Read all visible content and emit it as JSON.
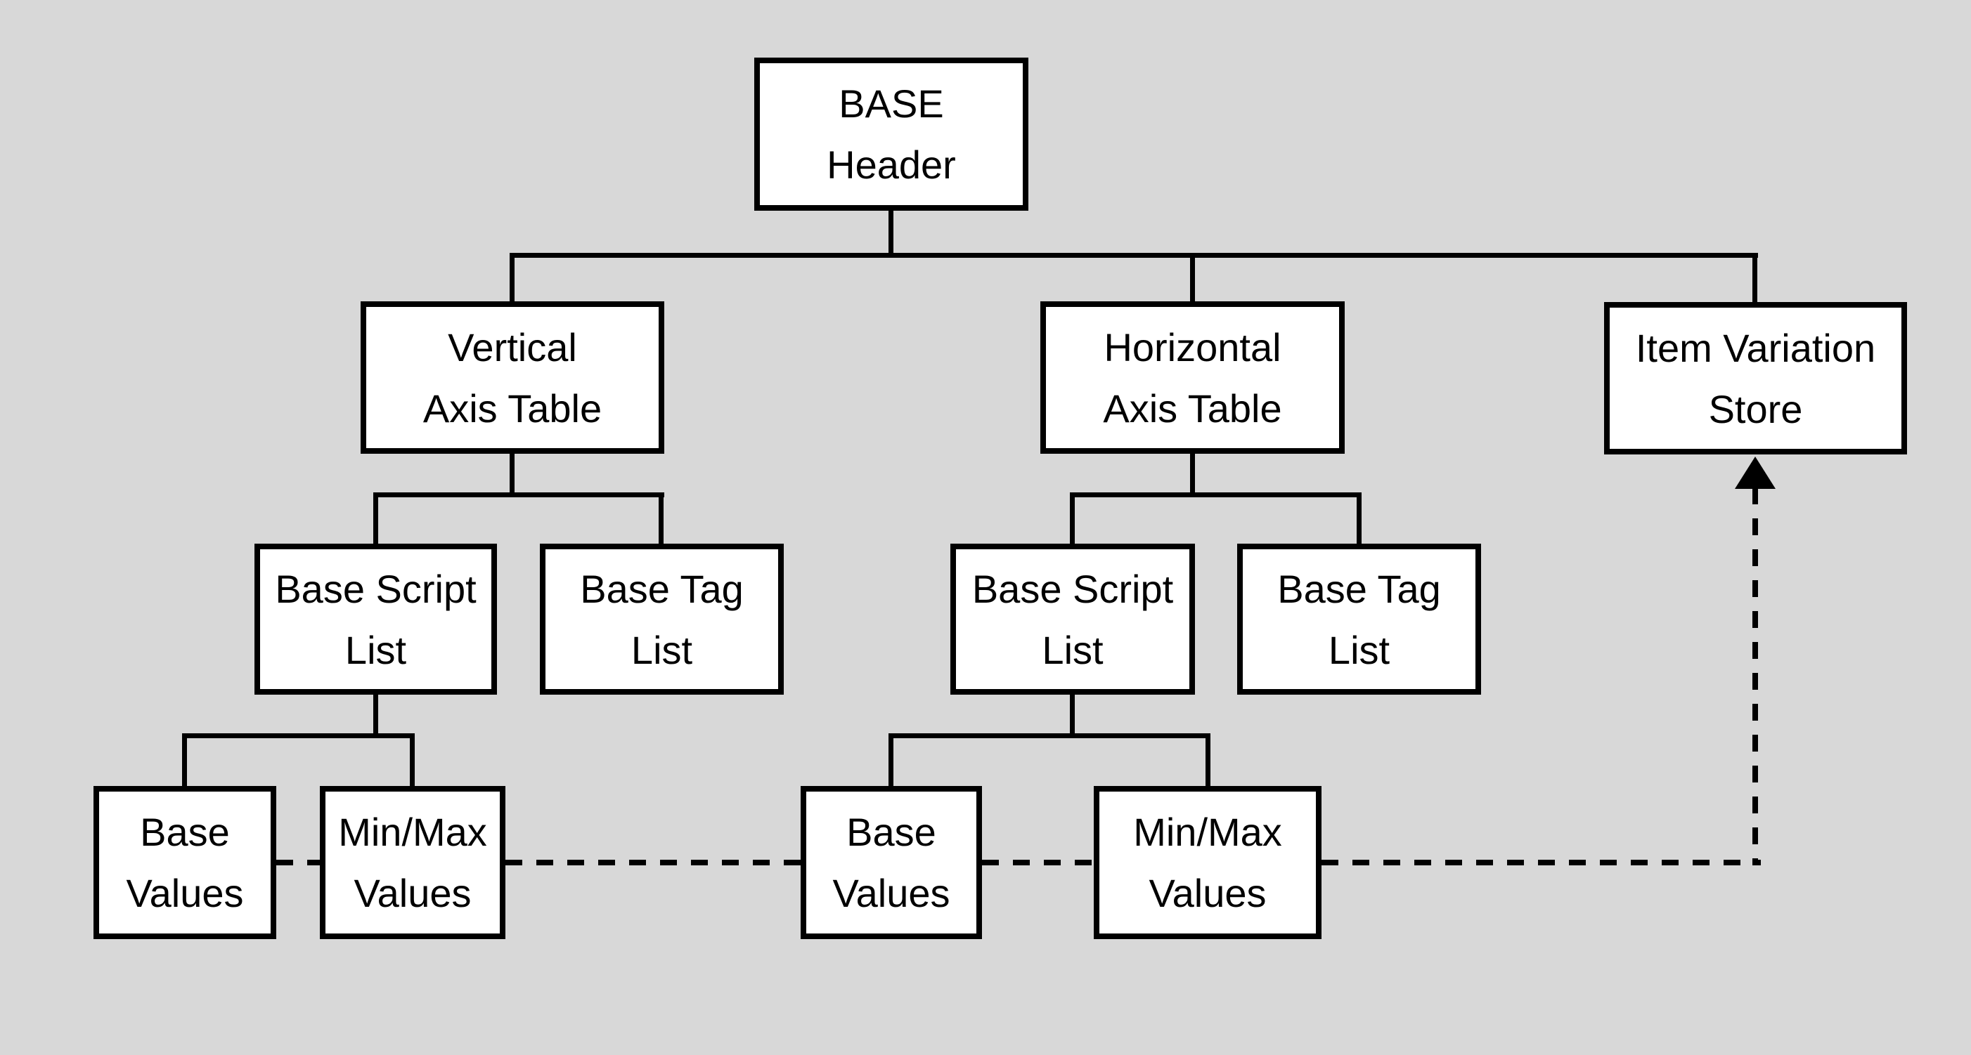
{
  "colors": {
    "background": "#d8d8d8",
    "line": "#000000",
    "node_fill": "#ffffff",
    "text": "#000000"
  },
  "nodes": {
    "base_header": {
      "line1": "BASE",
      "line2": "Header"
    },
    "vertical_axis_table": {
      "line1": "Vertical",
      "line2": "Axis Table"
    },
    "horizontal_axis_table": {
      "line1": "Horizontal",
      "line2": "Axis Table"
    },
    "item_variation_store": {
      "line1": "Item Variation",
      "line2": "Store"
    },
    "vertical_base_script_list": {
      "line1": "Base Script",
      "line2": "List"
    },
    "vertical_base_tag_list": {
      "line1": "Base Tag",
      "line2": "List"
    },
    "horizontal_base_script_list": {
      "line1": "Base Script",
      "line2": "List"
    },
    "horizontal_base_tag_list": {
      "line1": "Base Tag",
      "line2": "List"
    },
    "vertical_base_values": {
      "line1": "Base",
      "line2": "Values"
    },
    "vertical_minmax_values": {
      "line1": "Min/Max",
      "line2": "Values"
    },
    "horizontal_base_values": {
      "line1": "Base",
      "line2": "Values"
    },
    "horizontal_minmax_values": {
      "line1": "Min/Max",
      "line2": "Values"
    }
  }
}
